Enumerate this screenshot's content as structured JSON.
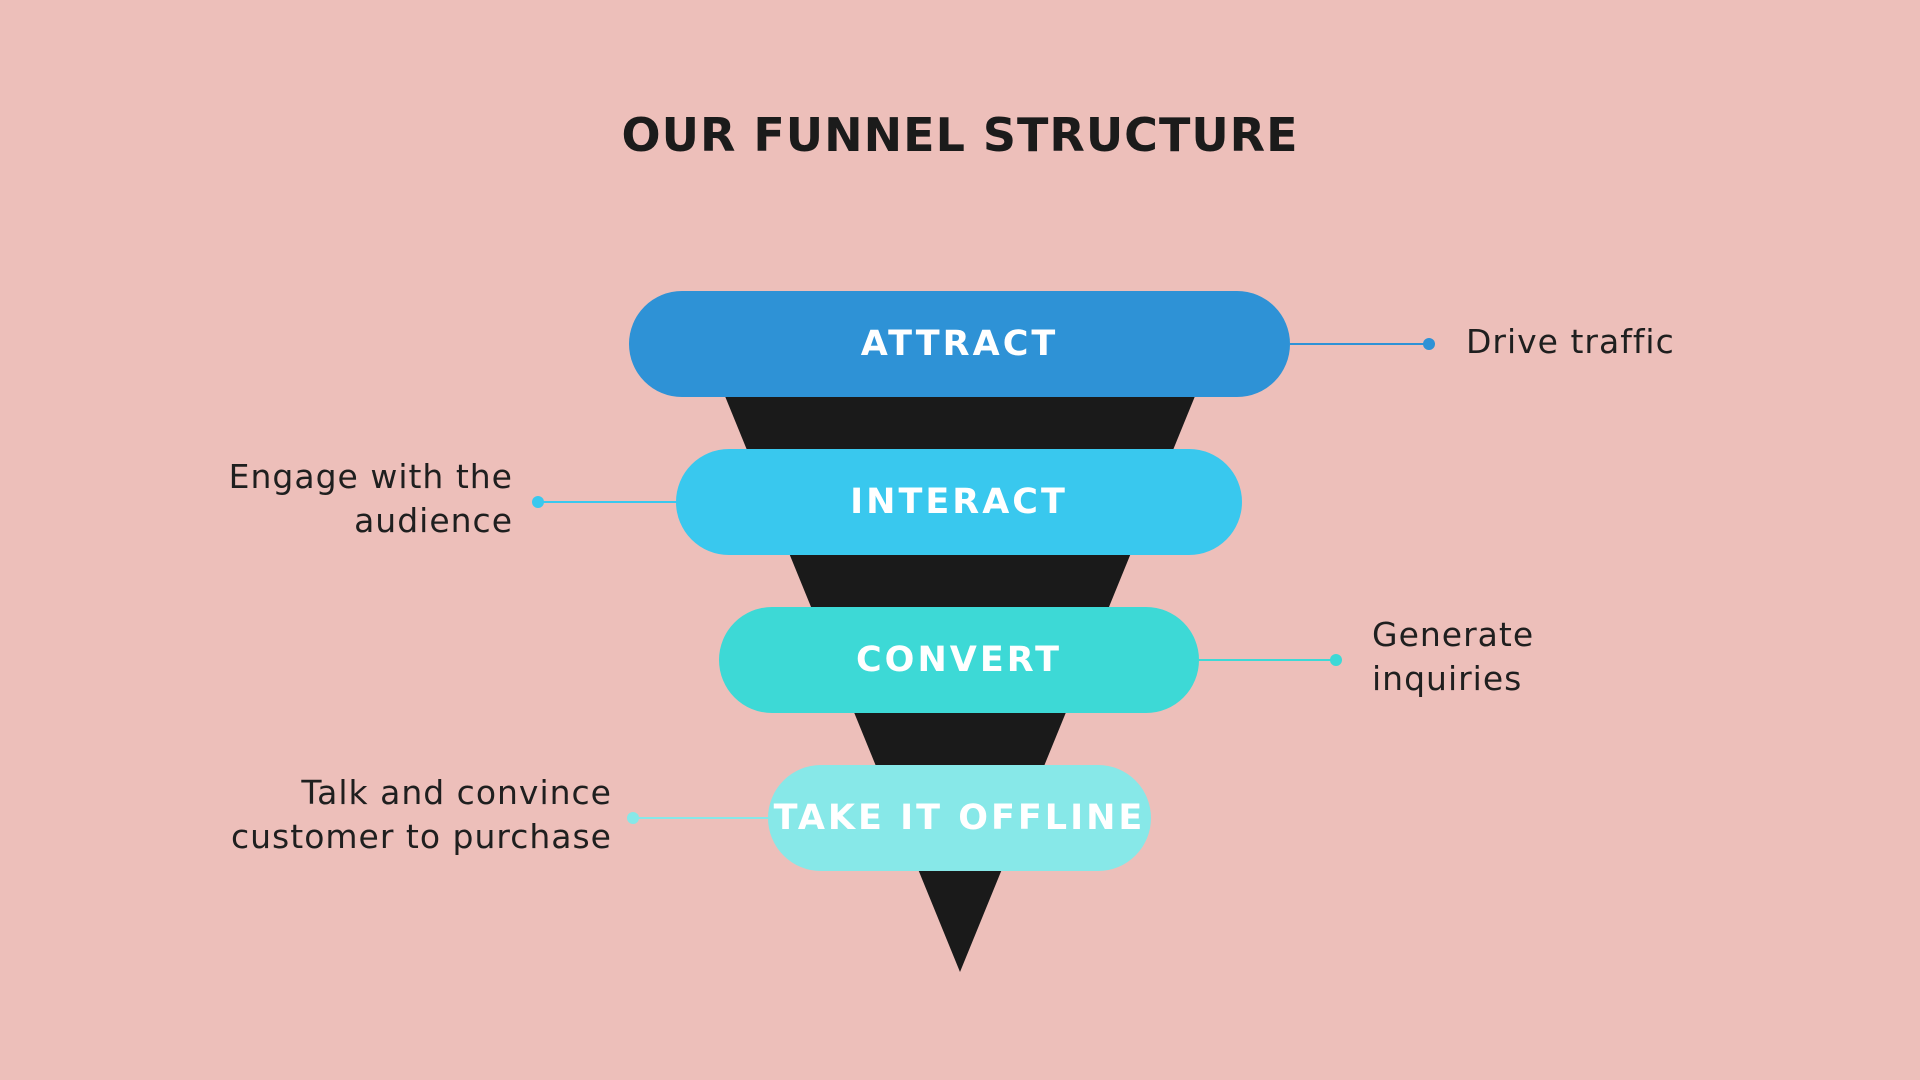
{
  "background": "#edbfba",
  "title": "OUR FUNNEL STRUCTURE",
  "funnel": {
    "cone_color": "#1a1a1a",
    "stages": [
      {
        "label": "ATTRACT",
        "color": "#2e92d6",
        "description": [
          "Drive traffic"
        ],
        "side": "right"
      },
      {
        "label": "INTERACT",
        "color": "#39c8ee",
        "description": [
          "Engage with the",
          "audience"
        ],
        "side": "left"
      },
      {
        "label": "CONVERT",
        "color": "#3dd9d6",
        "description": [
          "Generate",
          "inquiries"
        ],
        "side": "right"
      },
      {
        "label": "TAKE IT OFFLINE",
        "color": "#87e8e8",
        "description": [
          "Talk and convince",
          "customer to purchase"
        ],
        "side": "left"
      }
    ]
  }
}
